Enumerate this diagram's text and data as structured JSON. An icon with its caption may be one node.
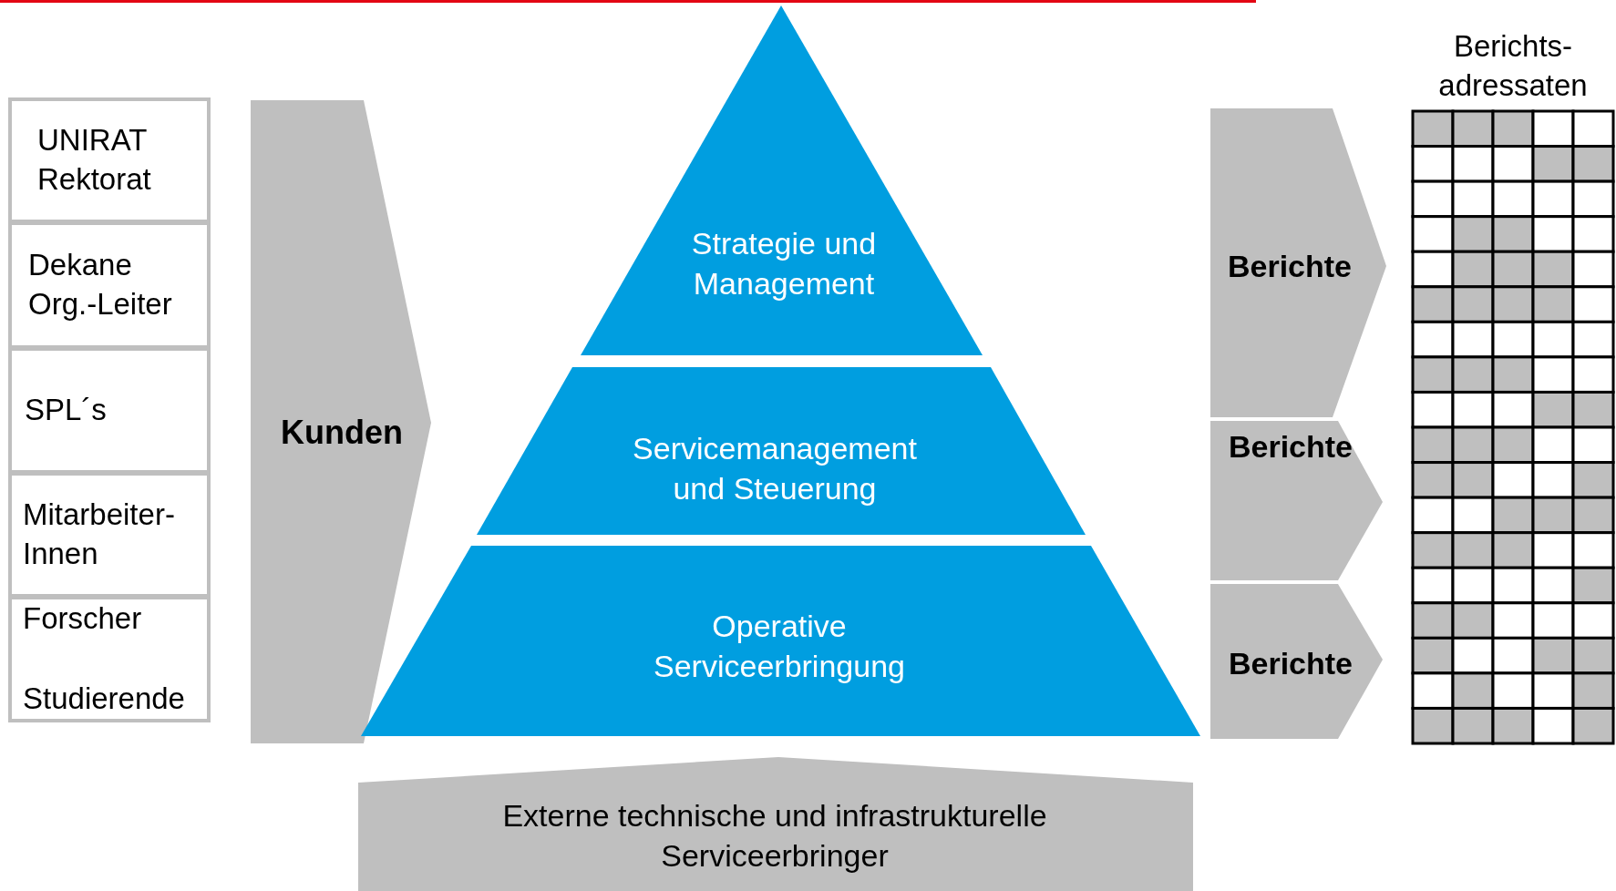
{
  "diagram": {
    "nodes": [
      {
        "text": [
          "UNIRAT Rektorat"
        ]
      },
      {
        "text": [
          "Dekane Org.-Leiter"
        ]
      },
      {
        "text": [
          "SPL´s"
        ]
      },
      {
        "text": [
          "Mitarbeiter- Innen"
        ]
      },
      {
        "text": [
          "Forscher",
          "Studierende"
        ]
      },
      {
        "text": [
          "Kunden"
        ]
      },
      {
        "text": [
          "Strategie und Management"
        ]
      },
      {
        "text": [
          "Servicemanagement und Steuerung"
        ]
      },
      {
        "text": [
          "Operative Serviceerbringung"
        ]
      },
      {
        "text": [
          "Berichte"
        ]
      },
      {
        "text": [
          "Berichte"
        ]
      },
      {
        "text": [
          "Berichte"
        ]
      },
      {
        "text": [
          "Berichts- adressaten"
        ]
      },
      {
        "text": [
          "Externe technische und infrastrukturelle Serviceerbringer"
        ]
      }
    ],
    "edges": []
  }
}
